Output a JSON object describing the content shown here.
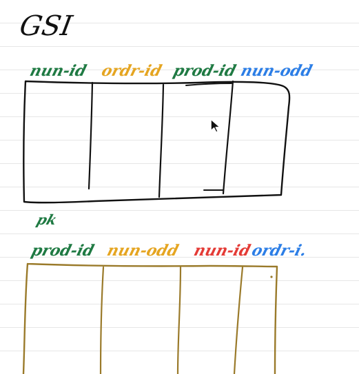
{
  "note": {
    "title": "GSI",
    "top_table": {
      "headers": [
        "nun-id",
        "ordr-id",
        "prod-id",
        "nun-odd"
      ],
      "colors": [
        "#1f7a43",
        "#e5a521",
        "#1f7a43",
        "#2c7ee6"
      ]
    },
    "pk_label": "pk",
    "bottom_table": {
      "headers": [
        "prod-id",
        "nun-odd",
        "nun-id",
        "ordr-i."
      ],
      "colors": [
        "#1f7a43",
        "#e5a521",
        "#e43b36",
        "#2c7ee6"
      ]
    }
  },
  "colors": {
    "ink_black": "#111111",
    "ink_brown": "#9a7a2a",
    "rule_gray": "#d9d9d9"
  },
  "icons": {
    "cursor": "mouse-cursor-icon"
  }
}
